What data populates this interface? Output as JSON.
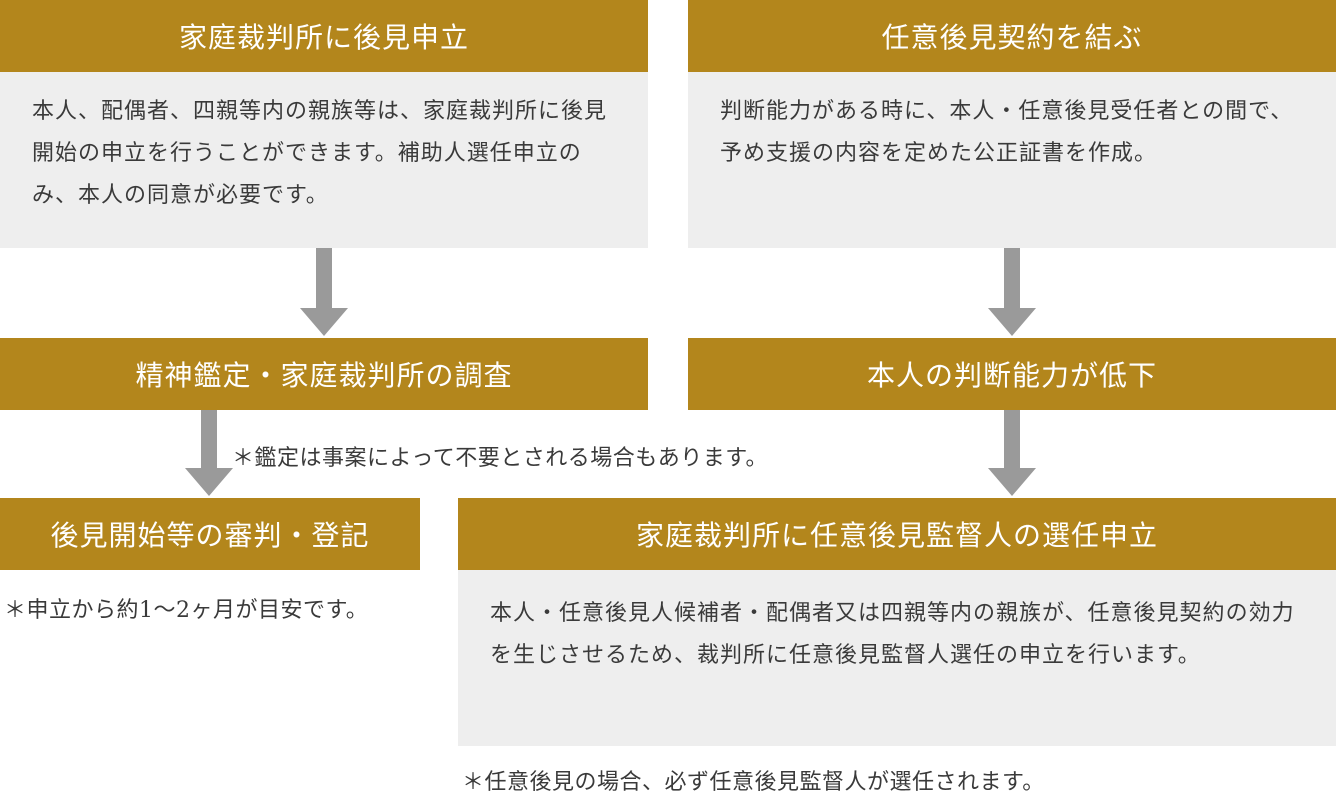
{
  "colors": {
    "header_bg": "#b3861c",
    "header_text": "#ffffff",
    "body_bg": "#eeeeee",
    "arrow": "#9a9a9a",
    "text": "#3a3a3a"
  },
  "left": {
    "step1": {
      "title": "家庭裁判所に後見申立",
      "body": "本人、配偶者、四親等内の親族等は、家庭裁判所に後見開始の申立を行うことができます。補助人選任申立のみ、本人の同意が必要です。"
    },
    "step2": {
      "title": "精神鑑定・家庭裁判所の調査"
    },
    "note1": "＊鑑定は事案によって不要とされる場合もあります。",
    "step3": {
      "title": "後見開始等の審判・登記"
    },
    "note2": "＊申立から約1～2ヶ月が目安です。"
  },
  "right": {
    "step1": {
      "title": "任意後見契約を結ぶ",
      "body": "判断能力がある時に、本人・任意後見受任者との間で、予め支援の内容を定めた公正証書を作成。"
    },
    "step2": {
      "title": "本人の判断能力が低下"
    },
    "step3": {
      "title": "家庭裁判所に任意後見監督人の選任申立",
      "body": "本人・任意後見人候補者・配偶者又は四親等内の親族が、任意後見契約の効力を生じさせるため、裁判所に任意後見監督人選任の申立を行います。"
    },
    "note": "＊任意後見の場合、必ず任意後見監督人が選任されます。"
  }
}
